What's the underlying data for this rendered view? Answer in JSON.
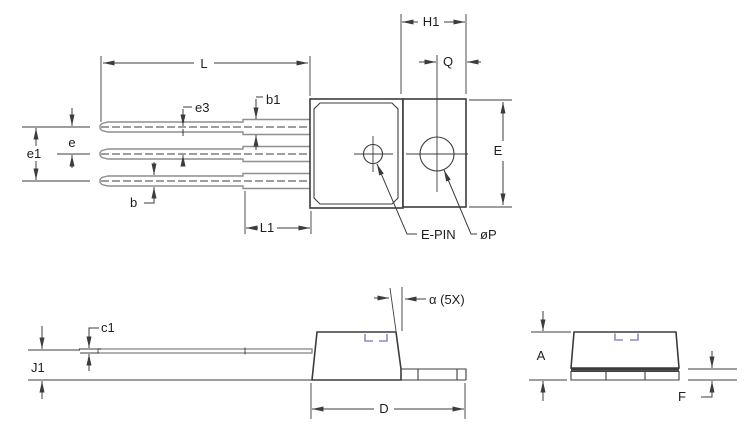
{
  "labels": {
    "front_view": {
      "L": "L",
      "e3": "e3",
      "b1": "b1",
      "e": "e",
      "e1": "e1",
      "b": "b",
      "L1": "L1",
      "H1": "H1",
      "Q": "Q",
      "E": "E",
      "e_pin": "E-PIN",
      "p_dia": "øP"
    },
    "side_view": {
      "c1": "c1",
      "J1": "J1",
      "alpha": "α (5X)",
      "D": "D"
    },
    "end_view": {
      "A": "A",
      "F": "F"
    }
  },
  "colors": {
    "outline": "#3c3c3c",
    "lead": "#8e8e8e",
    "ink": "#1e1e1e",
    "accent": "#8c8cc8",
    "bg": "#ffffff"
  }
}
